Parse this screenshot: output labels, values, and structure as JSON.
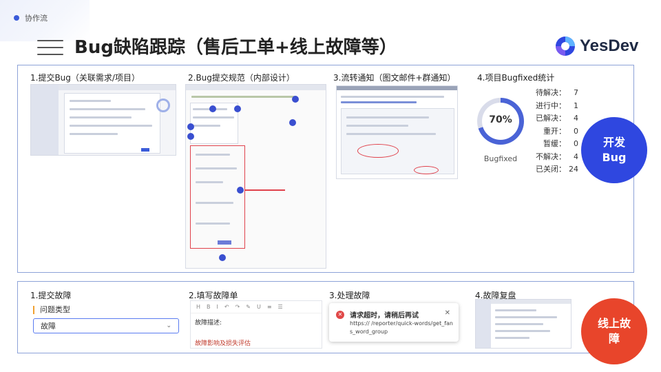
{
  "header": {
    "section": "协作流",
    "title": "Bug缺陷跟踪（售后工单+线上故障等）",
    "brand": "YesDev"
  },
  "dev_bug": {
    "steps": [
      {
        "label": "1.提交Bug（关联需求/项目）"
      },
      {
        "label": "2.Bug提交规范（内部设计）"
      },
      {
        "label": "3.流转通知（图文邮件+群通知）"
      },
      {
        "label": "4.项目Bugfixed统计"
      }
    ],
    "progress": {
      "value_text": "70%",
      "fraction": 0.7,
      "caption": "Bugfixed"
    },
    "stats": [
      {
        "label": "待解决：",
        "value": "7"
      },
      {
        "label": "进行中：",
        "value": "1"
      },
      {
        "label": "已解决：",
        "value": "4"
      },
      {
        "label": "重开：",
        "value": "0"
      },
      {
        "label": "暂缓：",
        "value": "0"
      },
      {
        "label": "不解决：",
        "value": "4"
      },
      {
        "label": "已关闭：",
        "value": "24"
      }
    ],
    "badge_line1": "开发",
    "badge_line2": "Bug",
    "badge_color": "#2f47e0"
  },
  "online_fault": {
    "steps": [
      {
        "label": "1.提交故障"
      },
      {
        "label": "2.填写故障单"
      },
      {
        "label": "3.处理故障"
      },
      {
        "label": "4.故障复盘"
      }
    ],
    "field_label": "问题类型",
    "select_value": "故障",
    "editor_line1": "故障描述:",
    "editor_line2": "故障影响及损失评估",
    "toast_title": "请求超时，请稍后再试",
    "toast_msg": "https:// /reporter/quick-words/get_fans_word_group",
    "badge_line1": "线上故",
    "badge_line2": "障",
    "badge_color": "#e8452b"
  }
}
